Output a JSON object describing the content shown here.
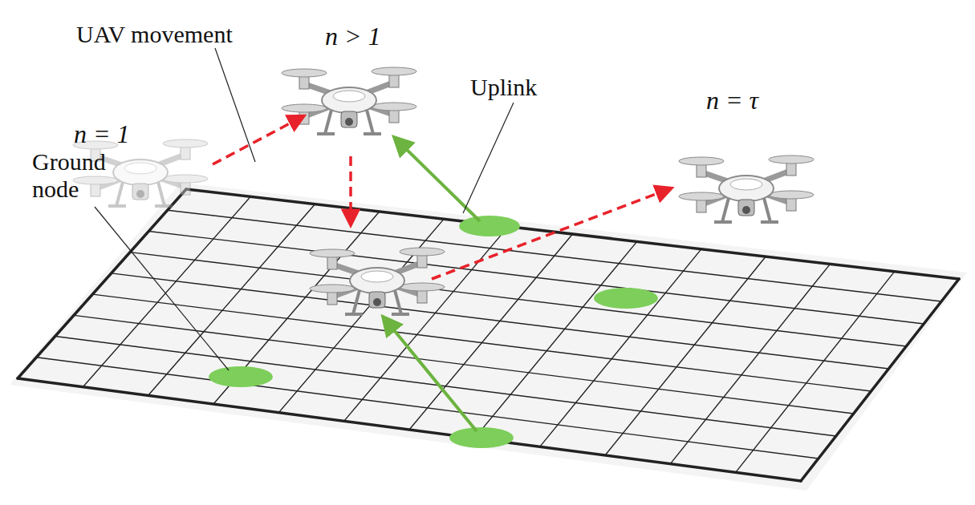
{
  "diagram": {
    "labels": [
      "n = 1",
      "n > 1",
      "n = τ",
      "UAV movement",
      "Uplink",
      "Ground node"
    ]
  }
}
